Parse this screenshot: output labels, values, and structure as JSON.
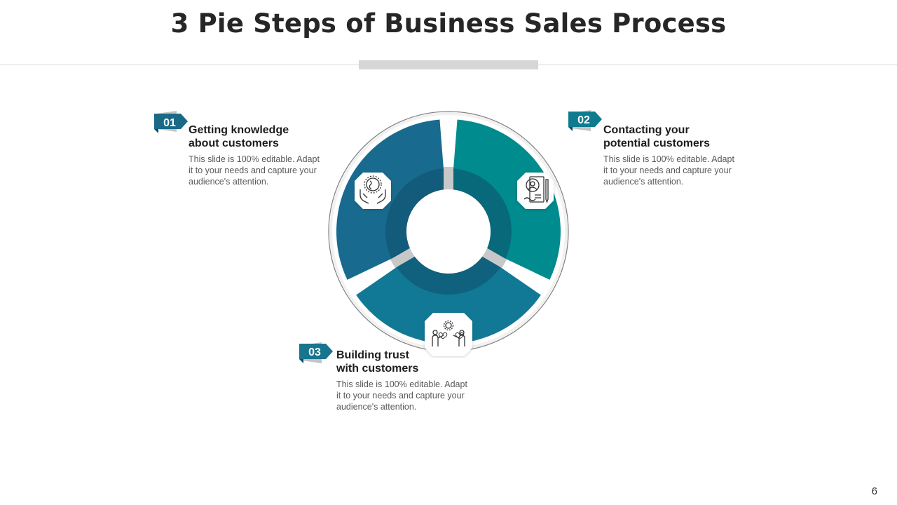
{
  "slide": {
    "title": "3 Pie Steps of Business Sales Process",
    "page_number": "6"
  },
  "colors": {
    "segment_1": "#186b8e",
    "segment_2": "#008b8f",
    "segment_3": "#117996",
    "inner_ring": "#11506a",
    "badge_dark": "#1a6a86",
    "badge_light": "#0e7b8f"
  },
  "steps": [
    {
      "number": "01",
      "heading_line1": "Getting knowledge",
      "heading_line2": "about customers",
      "desc_line1": "This slide is 100% editable. Adapt",
      "desc_line2": "it to your needs and capture your",
      "desc_line3": "audience's attention.",
      "icon": "globe-in-hands-icon"
    },
    {
      "number": "02",
      "heading_line1": "Contacting your",
      "heading_line2": "potential customers",
      "desc_line1": "This slide is 100% editable. Adapt",
      "desc_line2": "it to your needs and capture your",
      "desc_line3": "audience's attention.",
      "icon": "contact-document-icon"
    },
    {
      "number": "03",
      "heading_line1": "Building trust",
      "heading_line2": "with customers",
      "desc_line1": "This slide is 100% editable. Adapt",
      "desc_line2": "it to your needs and capture your",
      "desc_line3": "audience's attention.",
      "icon": "people-with-hearts-icon"
    }
  ]
}
